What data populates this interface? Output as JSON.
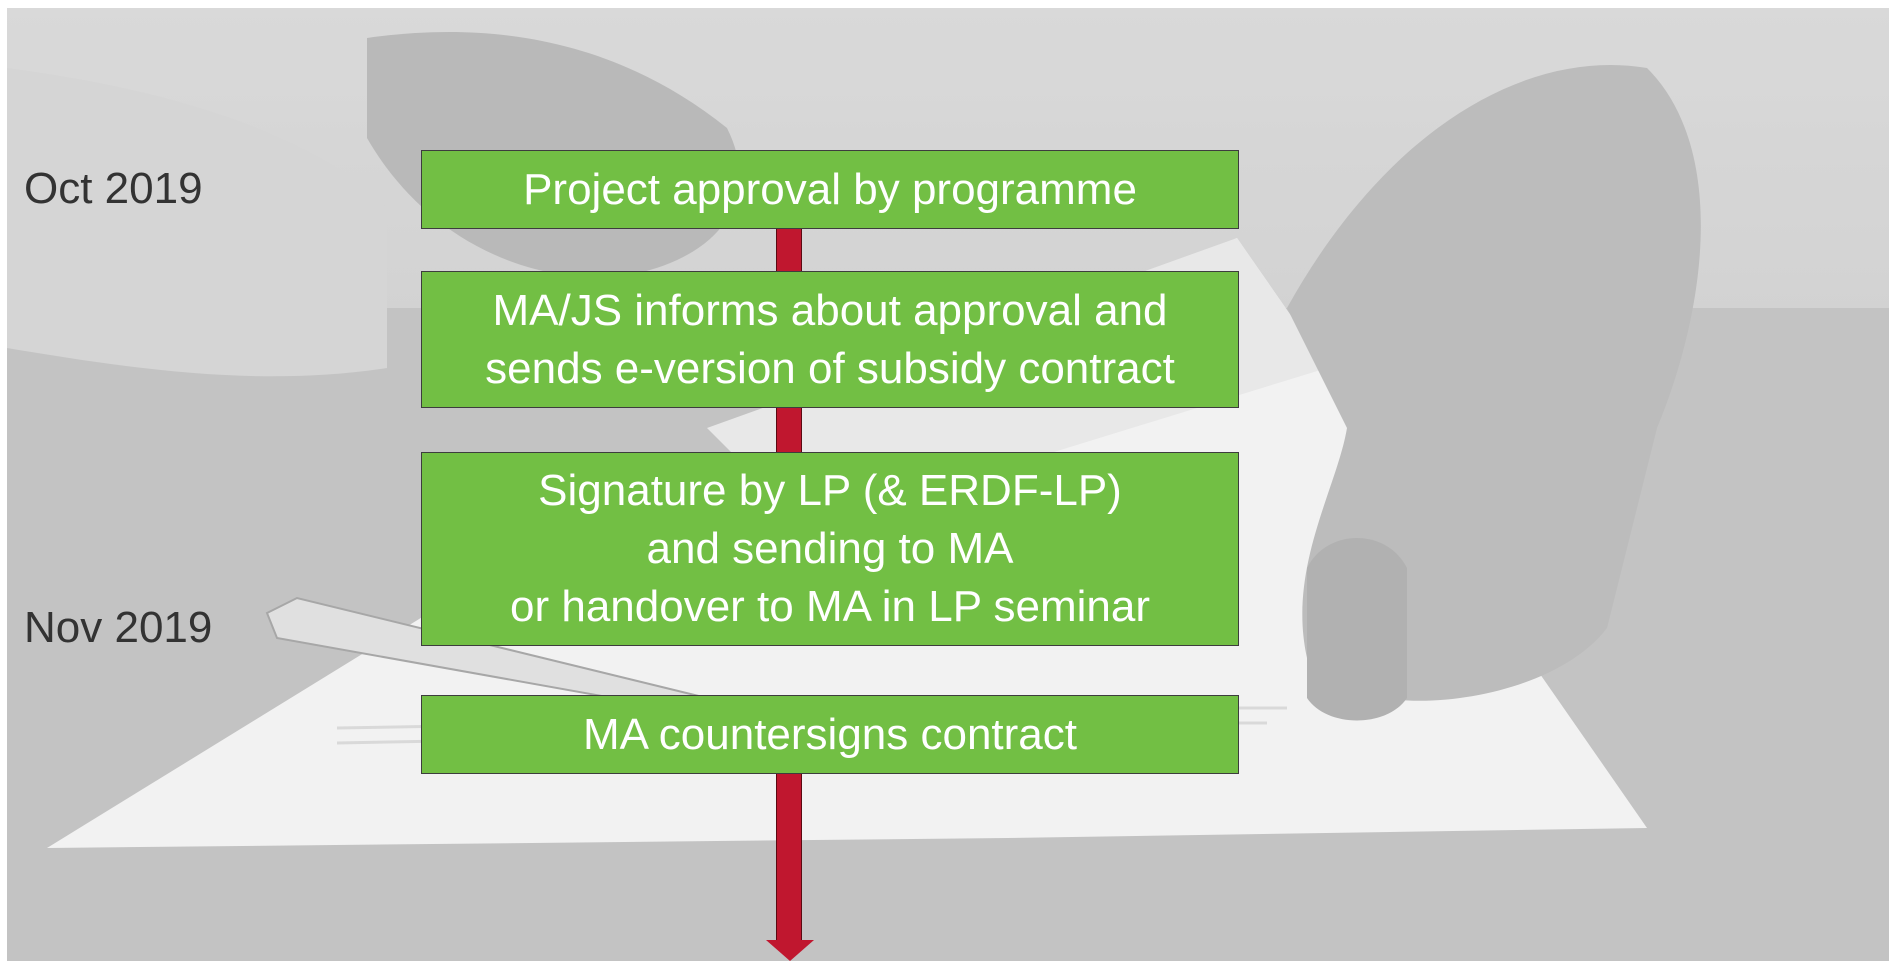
{
  "timeline": {
    "dates": [
      {
        "label": "Oct 2019"
      },
      {
        "label": "Nov 2019"
      }
    ]
  },
  "steps": [
    {
      "lines": [
        "Project approval by programme"
      ]
    },
    {
      "lines": [
        "MA/JS informs about approval and",
        "sends e-version of subsidy contract"
      ]
    },
    {
      "lines": [
        "Signature by LP (& ERDF-LP)",
        "and sending to MA",
        "or handover to MA in LP seminar"
      ]
    },
    {
      "lines": [
        "MA countersigns contract"
      ]
    }
  ],
  "colors": {
    "box_fill": "#72bf44",
    "box_text": "#ffffff",
    "arrow": "#c0172f",
    "date_text": "#333333"
  }
}
